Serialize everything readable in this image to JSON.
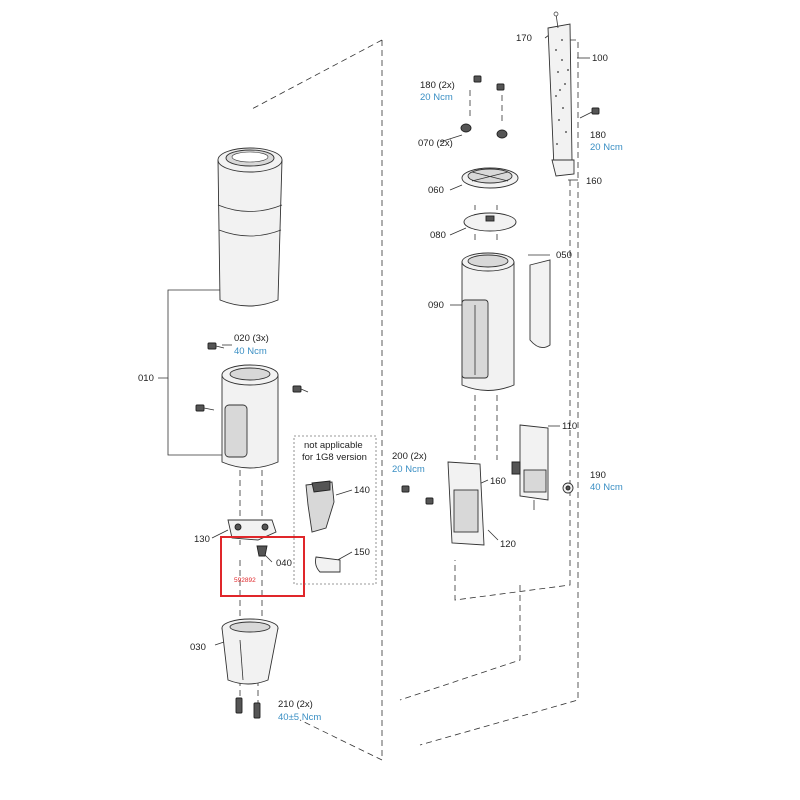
{
  "labels": {
    "p010": "010",
    "p020": "020 (3x)",
    "p020_torque": "40 Ncm",
    "p030": "030",
    "p040": "040",
    "p050": "050",
    "p060": "060",
    "p070": "070 (2x)",
    "p080": "080",
    "p090": "090",
    "p100": "100",
    "p110": "110",
    "p120": "120",
    "p130": "130",
    "p140": "140",
    "p150": "150",
    "p160_top": "160",
    "p160_mid": "160",
    "p170": "170",
    "p180a": "180 (2x)",
    "p180a_torque": "20 Ncm",
    "p180b": "180",
    "p180b_torque": "20 Ncm",
    "p190": "190",
    "p190_torque": "40 Ncm",
    "p200": "200 (2x)",
    "p200_torque": "20 Ncm",
    "p210": "210 (2x)",
    "p210_torque": "40±5 Ncm"
  },
  "note": {
    "line1": "not applicable",
    "line2": "for 1G8 version"
  },
  "highlight": {
    "code": "592892",
    "color": "#e0262a"
  },
  "colors": {
    "torque": "#3a8fc4",
    "line": "#333333"
  }
}
